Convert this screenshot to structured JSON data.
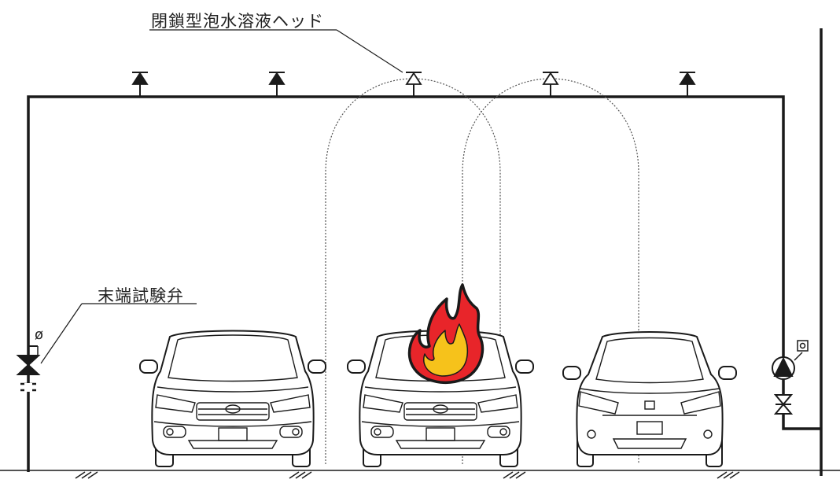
{
  "labels": {
    "head": "閉鎖型泡水溶液ヘッド",
    "test_valve": "末端試験弁",
    "phi": "ø"
  },
  "colors": {
    "line": "#1a1a1a",
    "flame_outer": "#e8252a",
    "flame_inner": "#f6c21b"
  },
  "heads": [
    {
      "state": "closed",
      "icon": "filled-triangle-head-icon"
    },
    {
      "state": "closed",
      "icon": "filled-triangle-head-icon"
    },
    {
      "state": "open",
      "icon": "open-triangle-head-icon"
    },
    {
      "state": "open",
      "icon": "open-triangle-head-icon"
    },
    {
      "state": "closed",
      "icon": "filled-triangle-head-icon"
    }
  ],
  "cars": [
    "minivan-icon",
    "minivan-icon",
    "compact-car-icon"
  ],
  "fire": {
    "icon": "fire-icon",
    "car_index": 1
  },
  "equipment": [
    "pump-icon",
    "gate-valve-icon",
    "pressure-switch-icon",
    "test-valve-icon"
  ]
}
